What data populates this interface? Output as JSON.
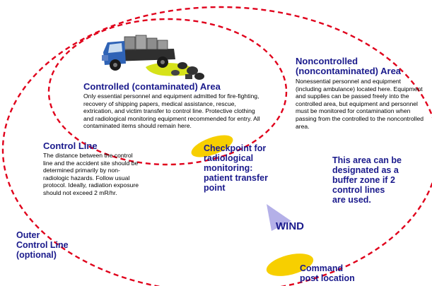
{
  "colors": {
    "boundary": "#e0001b",
    "heading": "#1a1a8c",
    "marker": "#f7cf00",
    "wind_arrow": "#b4b0e8"
  },
  "controlled_area": {
    "title": "Controlled (contaminated) Area",
    "body": "Only essential personnel and equipment admitted for fire-fighting, recovery of shipping papers, medical assistance, rescue, extrication, and victim transfer to control line. Protective clothing and radiological monitoring equipment recommended for entry. All contaminated items should remain here."
  },
  "noncontrolled_area": {
    "title_line1": "Noncontrolled",
    "title_line2": "(noncontaminated) Area",
    "body": "Nonessential personnel and equipment (including ambulance) located here. Equipment and supplies can be passed freely into the controlled area, but equipment and personnel must be monitored for contamination when passing from the controlled to the noncontrolled area."
  },
  "control_line": {
    "title": "Control Line",
    "body": "The distance between the control line and the accident site should be determined primarily by non-radiologic hazards. Follow usual protocol. Ideally, radiation exposure should not exceed 2 mR/hr."
  },
  "checkpoint": {
    "line1": "Checkpoint for",
    "line2": "radiological",
    "line3": "monitoring:",
    "line4": "patient transfer",
    "line5": "point"
  },
  "buffer_note": {
    "line1": "This area can be",
    "line2": "designated as a",
    "line3": "buffer zone if 2",
    "line4": "control lines",
    "line5": "are used."
  },
  "wind": {
    "label": "WIND"
  },
  "outer_line": {
    "line1": "Outer",
    "line2": "Control Line",
    "line3": "(optional)"
  },
  "command_post": {
    "line1": "Command",
    "line2": "post location"
  }
}
